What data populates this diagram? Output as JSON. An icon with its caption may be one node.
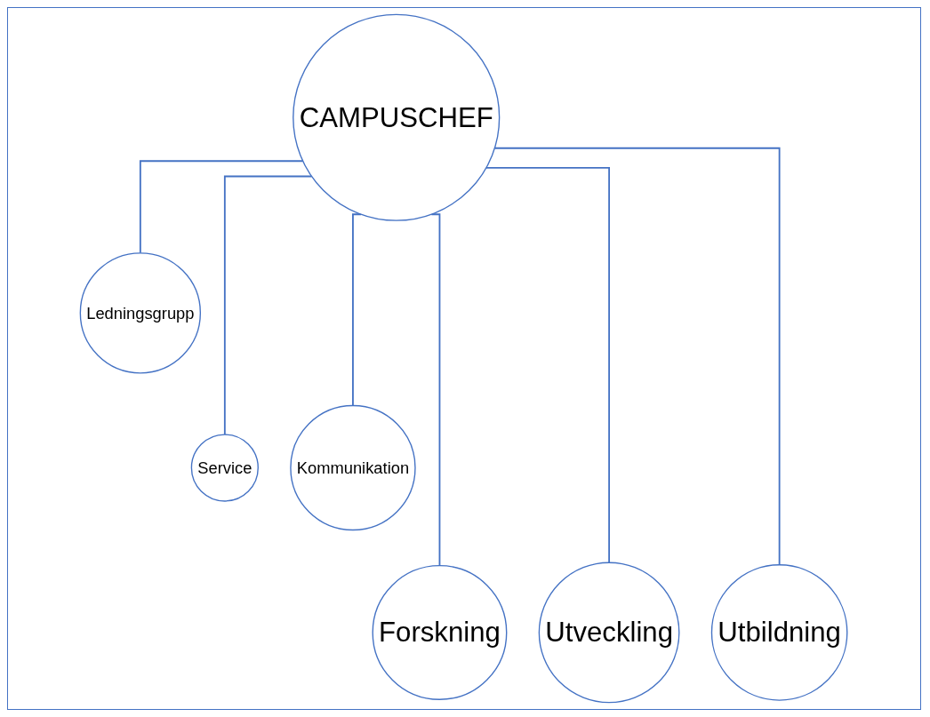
{
  "diagram": {
    "nodes": [
      {
        "text": [
          "CAMPUSCHEF"
        ]
      },
      {
        "text": [
          "Ledningsgrupp"
        ]
      },
      {
        "text": [
          "Service"
        ]
      },
      {
        "text": [
          "Kommunikation"
        ]
      },
      {
        "text": [
          "Forskning"
        ]
      },
      {
        "text": [
          "Utveckling"
        ]
      },
      {
        "text": [
          "Utbildning"
        ]
      }
    ],
    "edges": [
      {
        "from": 0,
        "to": 1,
        "arrow": "none"
      },
      {
        "from": 0,
        "to": 2,
        "arrow": "none"
      },
      {
        "from": 0,
        "to": 3,
        "arrow": "none"
      },
      {
        "from": 0,
        "to": 4,
        "arrow": "none"
      },
      {
        "from": 0,
        "to": 5,
        "arrow": "none"
      },
      {
        "from": 0,
        "to": 6,
        "arrow": "none"
      }
    ]
  }
}
